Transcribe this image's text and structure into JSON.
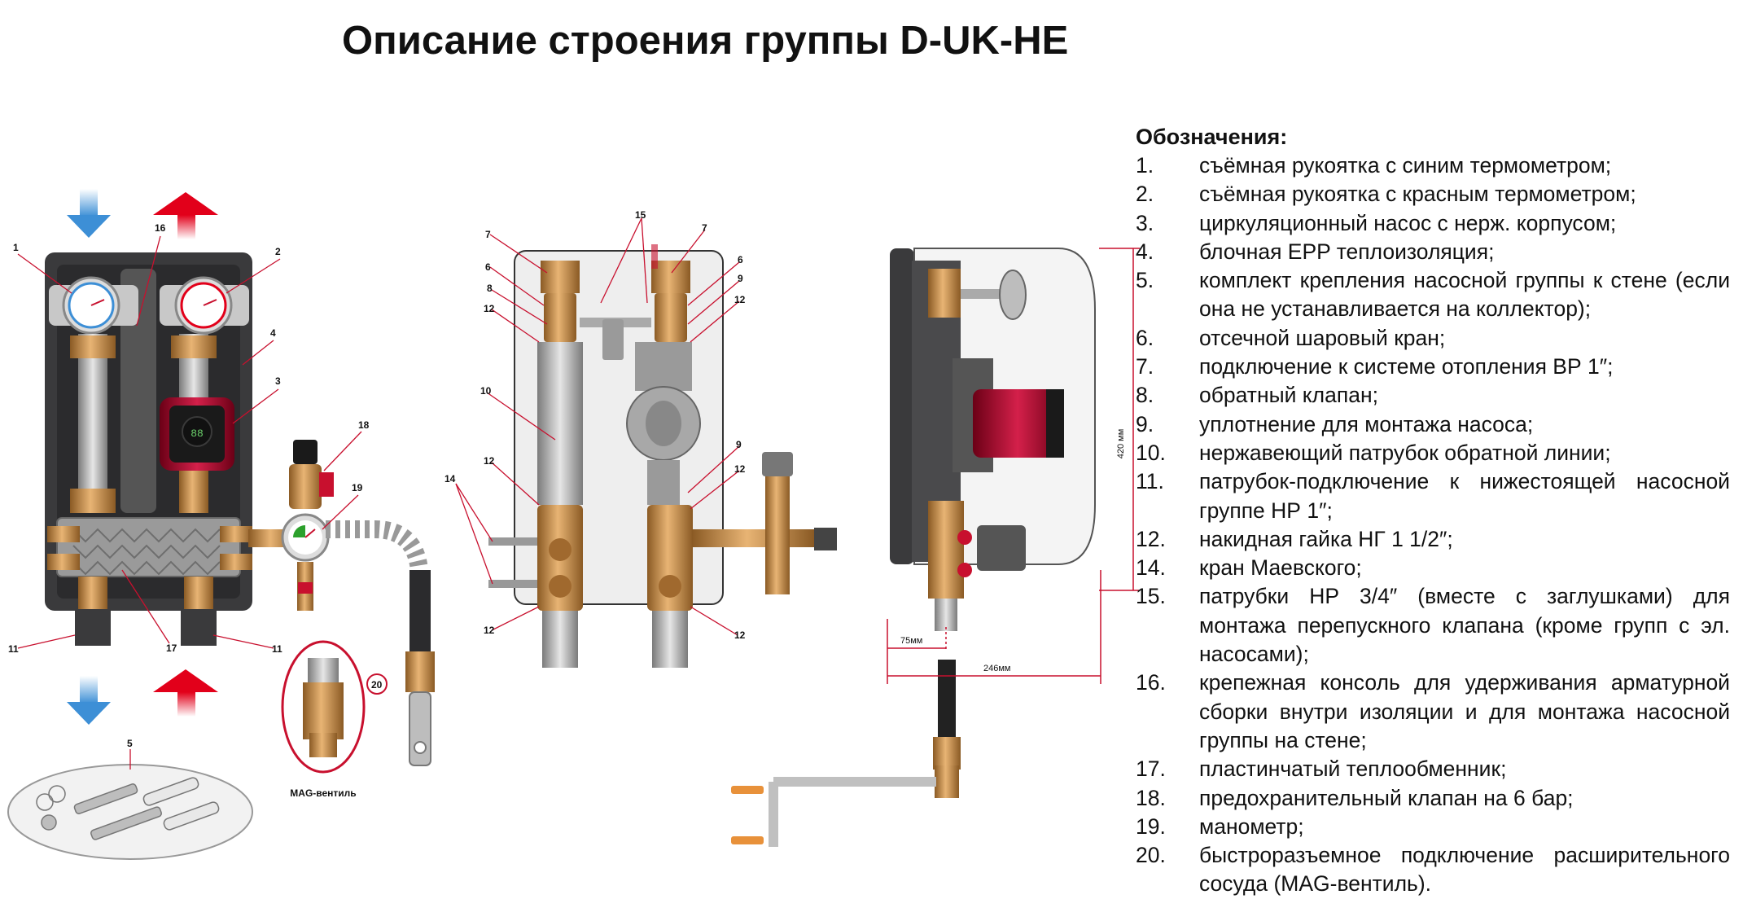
{
  "title": "Описание строения группы D-UK-HE",
  "colors": {
    "red_line": "#c8102e",
    "hot_arrow": "#e2001a",
    "cold_arrow": "#3d8fd6",
    "brass": "#c98d45",
    "case": "#3a3a3c",
    "panel": "#eeeeee"
  },
  "callouts": {
    "view1": [
      "1",
      "2",
      "16",
      "4",
      "3",
      "18",
      "19",
      "17",
      "11",
      "11",
      "5",
      "20"
    ],
    "view2": [
      "7",
      "15",
      "7",
      "6",
      "6",
      "8",
      "9",
      "12",
      "12",
      "10",
      "12",
      "9",
      "12",
      "14",
      "12",
      "12"
    ]
  },
  "captions": {
    "mag": "MAG-вентиль"
  },
  "dimensions": {
    "height": "420 мм",
    "width_small": "75мм",
    "width_large": "246мм"
  },
  "legend": {
    "heading": "Обозначения:",
    "items": [
      {
        "num": "1.",
        "text": "съёмная рукоятка с синим термометром;"
      },
      {
        "num": "2.",
        "text": "съёмная рукоятка с красным термометром;"
      },
      {
        "num": "3.",
        "text": "циркуляционный насос с нерж. корпусом;"
      },
      {
        "num": "4.",
        "text": "блочная EPP теплоизоляция;"
      },
      {
        "num": "5.",
        "text": "комплект крепления насосной группы к стене (если она не устанавливается на коллектор);"
      },
      {
        "num": "6.",
        "text": "отсечной шаровый кран;"
      },
      {
        "num": "7.",
        "text": "подключение к системе отопления ВР 1″;"
      },
      {
        "num": "8.",
        "text": "обратный клапан;"
      },
      {
        "num": "9.",
        "text": "уплотнение для монтажа насоса;"
      },
      {
        "num": "10.",
        "text": "нержавеющий патрубок обратной линии;"
      },
      {
        "num": "11.",
        "text": "патрубок-подключение к нижестоящей насосной группе НР 1″;"
      },
      {
        "num": "12.",
        "text": "накидная гайка НГ 1 1/2″;"
      },
      {
        "num": "14.",
        "text": "кран Маевского;"
      },
      {
        "num": "15.",
        "text": "патрубки НР 3/4″ (вместе с заглушками) для монтажа перепускного клапана (кроме групп с эл. насосами);"
      },
      {
        "num": "16.",
        "text": "крепежная консоль для удерживания арматурной сборки внутри изоляции и для монтажа насосной группы на стене;"
      },
      {
        "num": "17.",
        "text": "пластинчатый теплообменник;"
      },
      {
        "num": "18.",
        "text": "предохранительный клапан на 6 бар;"
      },
      {
        "num": "19.",
        "text": "манометр;"
      },
      {
        "num": "20.",
        "text": "быстроразъемное подключение расширительного сосуда (MAG-вентиль)."
      }
    ]
  }
}
